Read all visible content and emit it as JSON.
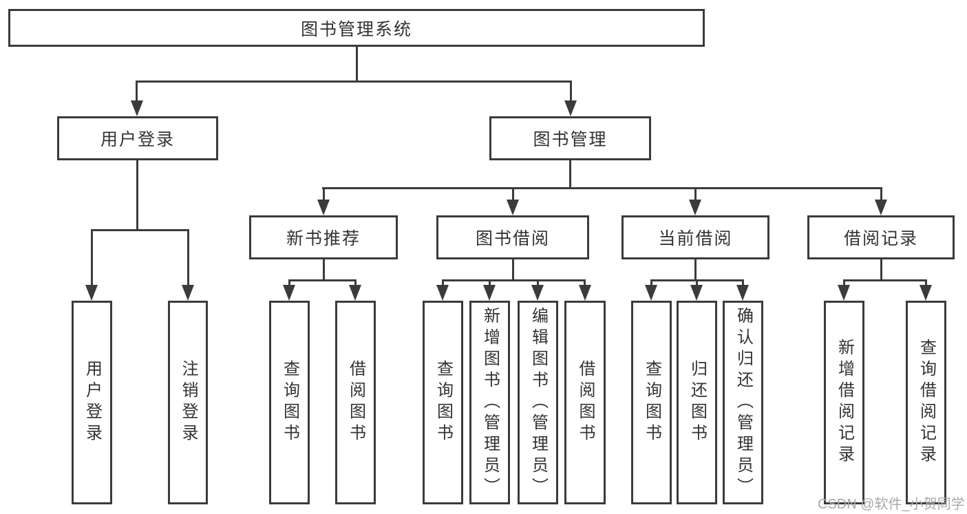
{
  "tree": {
    "root": {
      "label": "图书管理系统",
      "children": [
        {
          "label": "用户登录",
          "children": [
            {
              "label": "用户登录"
            },
            {
              "label": "注销登录"
            }
          ]
        },
        {
          "label": "图书管理",
          "children": [
            {
              "label": "新书推荐",
              "children": [
                {
                  "label": "查询图书"
                },
                {
                  "label": "借阅图书"
                }
              ]
            },
            {
              "label": "图书借阅",
              "children": [
                {
                  "label": "查询图书"
                },
                {
                  "label": "新增图书（管理员）"
                },
                {
                  "label": "编辑图书（管理员）"
                },
                {
                  "label": "借阅图书"
                }
              ]
            },
            {
              "label": "当前借阅",
              "children": [
                {
                  "label": "查询图书"
                },
                {
                  "label": "归还图书"
                },
                {
                  "label": "确认归还（管理员）"
                }
              ]
            },
            {
              "label": "借阅记录",
              "children": [
                {
                  "label": "新增借阅记录"
                },
                {
                  "label": "查询借阅记录"
                }
              ]
            }
          ]
        }
      ]
    }
  },
  "watermark": {
    "text": "CSDN @软件_小贺同学"
  },
  "colors": {
    "line": "#3b3b3b",
    "box_border": "#3b3b3b",
    "text": "#333333",
    "watermark": "#a8a8a8",
    "background": "#ffffff"
  }
}
